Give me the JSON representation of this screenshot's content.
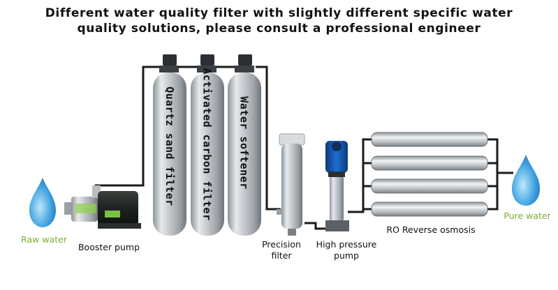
{
  "title": {
    "line1": "Different water quality filter with slightly different specific water",
    "line2": "quality solutions, please consult a professional engineer"
  },
  "tanks": [
    {
      "label": "Quartz sand filter"
    },
    {
      "label": "Activated carbon filter"
    },
    {
      "label": "Water softener"
    }
  ],
  "labels": {
    "raw_water": "Raw water",
    "booster_pump": "Booster pump",
    "precision_filter_1": "Precision",
    "precision_filter_2": "filter",
    "high_pressure_1": "High pressure",
    "high_pressure_2": "pump",
    "ro": "RO Reverse osmosis",
    "pure_water": "Pure water"
  },
  "colors": {
    "water_drop": "#3fa3e0",
    "green_label": "#7ab02e",
    "pipe": "#1a1a1a",
    "steel": "#c9cdd1"
  }
}
